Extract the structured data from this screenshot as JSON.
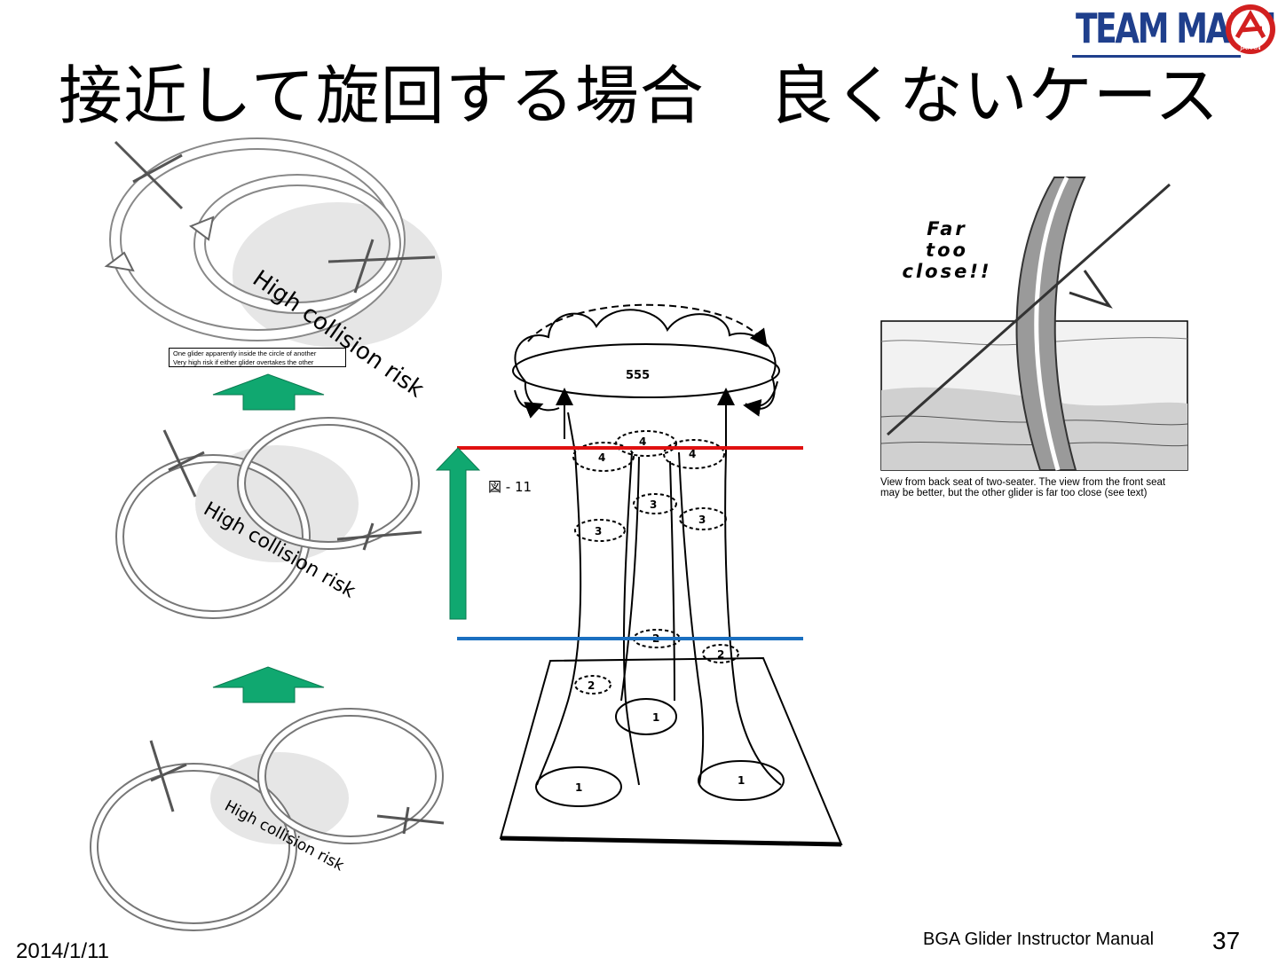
{
  "slide": {
    "title": "接近して旋回する場合　良くないケース",
    "date": "2014/1/11",
    "source": "BGA Glider Instructor Manual",
    "page_number": "37"
  },
  "logo": {
    "name": "TEAM MARU",
    "seal_text": "JAPAN",
    "color": "#1f3f8c",
    "seal_color": "#d22020"
  },
  "left_diagrams": {
    "risk_label": "High collision risk",
    "caption_line1": "One glider apparently inside the circle of another",
    "caption_line2": "Very high risk if either glider overtakes the other",
    "arrow_color": "#10a870"
  },
  "center_diagram": {
    "figure_label": "図 - 11",
    "top_label": "555",
    "level_labels": [
      "1",
      "2",
      "3",
      "4"
    ],
    "upper_line_color": "#e01010",
    "lower_line_color": "#1a6fc0",
    "up_arrow_color": "#10a870"
  },
  "right_image": {
    "callout": "Far too close!!",
    "caption_line1": "View from back seat of two-seater. The view from the front seat",
    "caption_line2": "may be better, but the other glider is far too close (see text)"
  }
}
